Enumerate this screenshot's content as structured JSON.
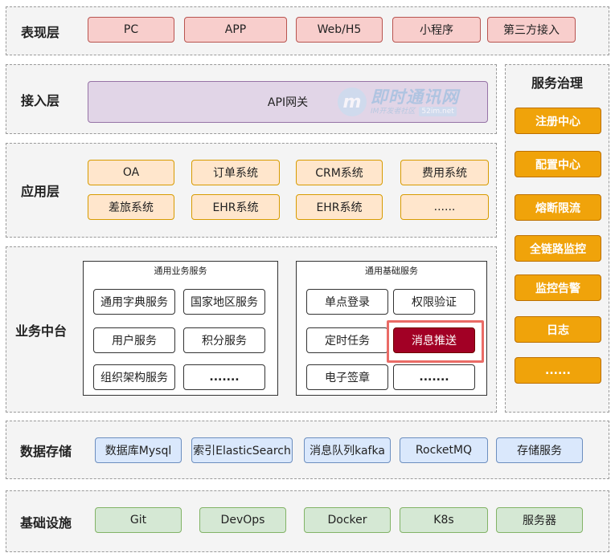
{
  "layers": {
    "presentation": {
      "label": "表现层",
      "items": [
        "PC",
        "APP",
        "Web/H5",
        "小程序",
        "第三方接入"
      ]
    },
    "access": {
      "label": "接入层",
      "gateway": "API网关"
    },
    "application": {
      "label": "应用层",
      "items": [
        "OA",
        "订单系统",
        "CRM系统",
        "费用系统",
        "差旅系统",
        "EHR系统",
        "EHR系统",
        "......"
      ]
    },
    "middle": {
      "label": "业务中台",
      "business": {
        "title": "通用业务服务",
        "items": [
          "通用字典服务",
          "国家地区服务",
          "用户服务",
          "积分服务",
          "组织架构服务",
          "......."
        ]
      },
      "base": {
        "title": "通用基础服务",
        "items": [
          "单点登录",
          "权限验证",
          "定时任务",
          "消息推送",
          "电子签章",
          "......."
        ],
        "highlighted": "消息推送"
      }
    },
    "storage": {
      "label": "数据存储",
      "items": [
        "数据库Mysql",
        "索引ElasticSearch",
        "消息队列kafka",
        "RocketMQ",
        "存储服务"
      ]
    },
    "infra": {
      "label": "基础设施",
      "items": [
        "Git",
        "DevOps",
        "Docker",
        "K8s",
        "服务器"
      ]
    }
  },
  "governance": {
    "title": "服务治理",
    "items": [
      "注册中心",
      "配置中心",
      "熔断限流",
      "全链路监控",
      "监控告警",
      "日志",
      "......"
    ]
  },
  "watermark": {
    "logo_letter": "m",
    "text": "即时通讯网",
    "sub": "IM开发者社区",
    "domain": "52im.net"
  },
  "colors": {
    "highlight": "#a20025",
    "highlight_frame": "#ea6b66",
    "governance": "#f0a30a"
  }
}
